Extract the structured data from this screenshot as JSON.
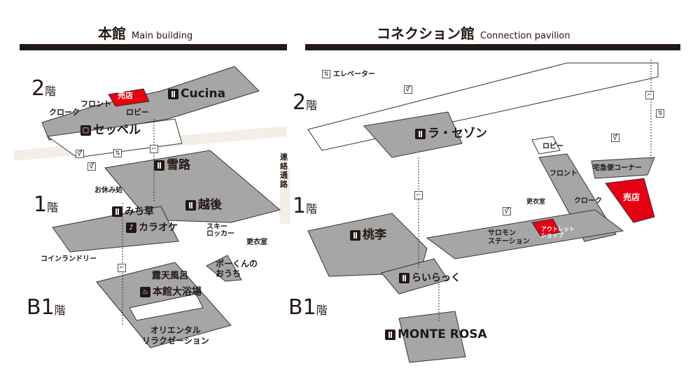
{
  "main_building": {
    "title": "本館",
    "subtitle": "Main building",
    "floors": {
      "f2": "2",
      "f1": "1",
      "b1": "B1",
      "kai": "階"
    },
    "labels": {
      "shop": "売店",
      "front": "フロント",
      "cloak": "クローク",
      "lobby": "ロビー",
      "cucina": "Cucina",
      "seppel": "セッペル",
      "yukiji": "雪路",
      "echigo": "越後",
      "rest": "お休み処",
      "michikusa": "みち草",
      "karaoke": "カラオケ",
      "ski_locker_1": "スキー",
      "ski_locker_2": "ロッカー",
      "changing": "更衣室",
      "laundry": "コインランドリー",
      "po_house_1": "ポーくんの",
      "po_house_2": "おうち",
      "outdoor_bath": "露天風呂",
      "main_bath": "本館大浴場",
      "oriental_1": "オリエンタル",
      "oriental_2": "リラクゼーション"
    }
  },
  "connection_path": "連絡通路",
  "connection_pavilion": {
    "title": "コネクション館",
    "subtitle": "Connection pavilion",
    "floors": {
      "f2": "2",
      "f1": "1",
      "b1": "B1",
      "kai": "階"
    },
    "labels": {
      "elevator": "エレベーター",
      "la_saison": "ラ・セゾン",
      "lobby": "ロビー",
      "front": "フロント",
      "delivery": "宅急便コーナー",
      "shop": "売店",
      "cloak": "クローク",
      "changing": "更衣室",
      "outlet_1": "アウトレット",
      "outlet_2": "ショップ",
      "salomon_1": "サロモン",
      "salomon_2": "ステーション",
      "tori": "桃李",
      "rairakku": "らいらっく",
      "monte_rosa": "MONTE ROSA"
    }
  },
  "colors": {
    "room": "#a6a6a6",
    "highlight": "#e60012",
    "ink": "#231815",
    "path": "#f3eee8"
  }
}
